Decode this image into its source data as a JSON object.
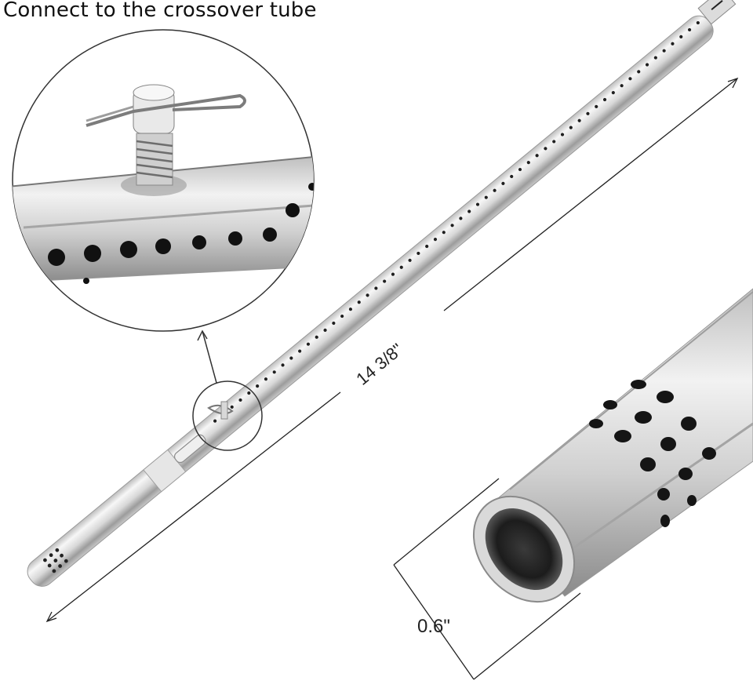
{
  "heading": "Connect to the crossover tube",
  "dimensions": {
    "length_label": "14 3/8\"",
    "diameter_label": "0.6\""
  },
  "colors": {
    "steel_light": "#f4f4f4",
    "steel_mid": "#c9c9c9",
    "steel_dark": "#8e8e8e",
    "hole": "#1a1a1a",
    "line": "#222222"
  }
}
